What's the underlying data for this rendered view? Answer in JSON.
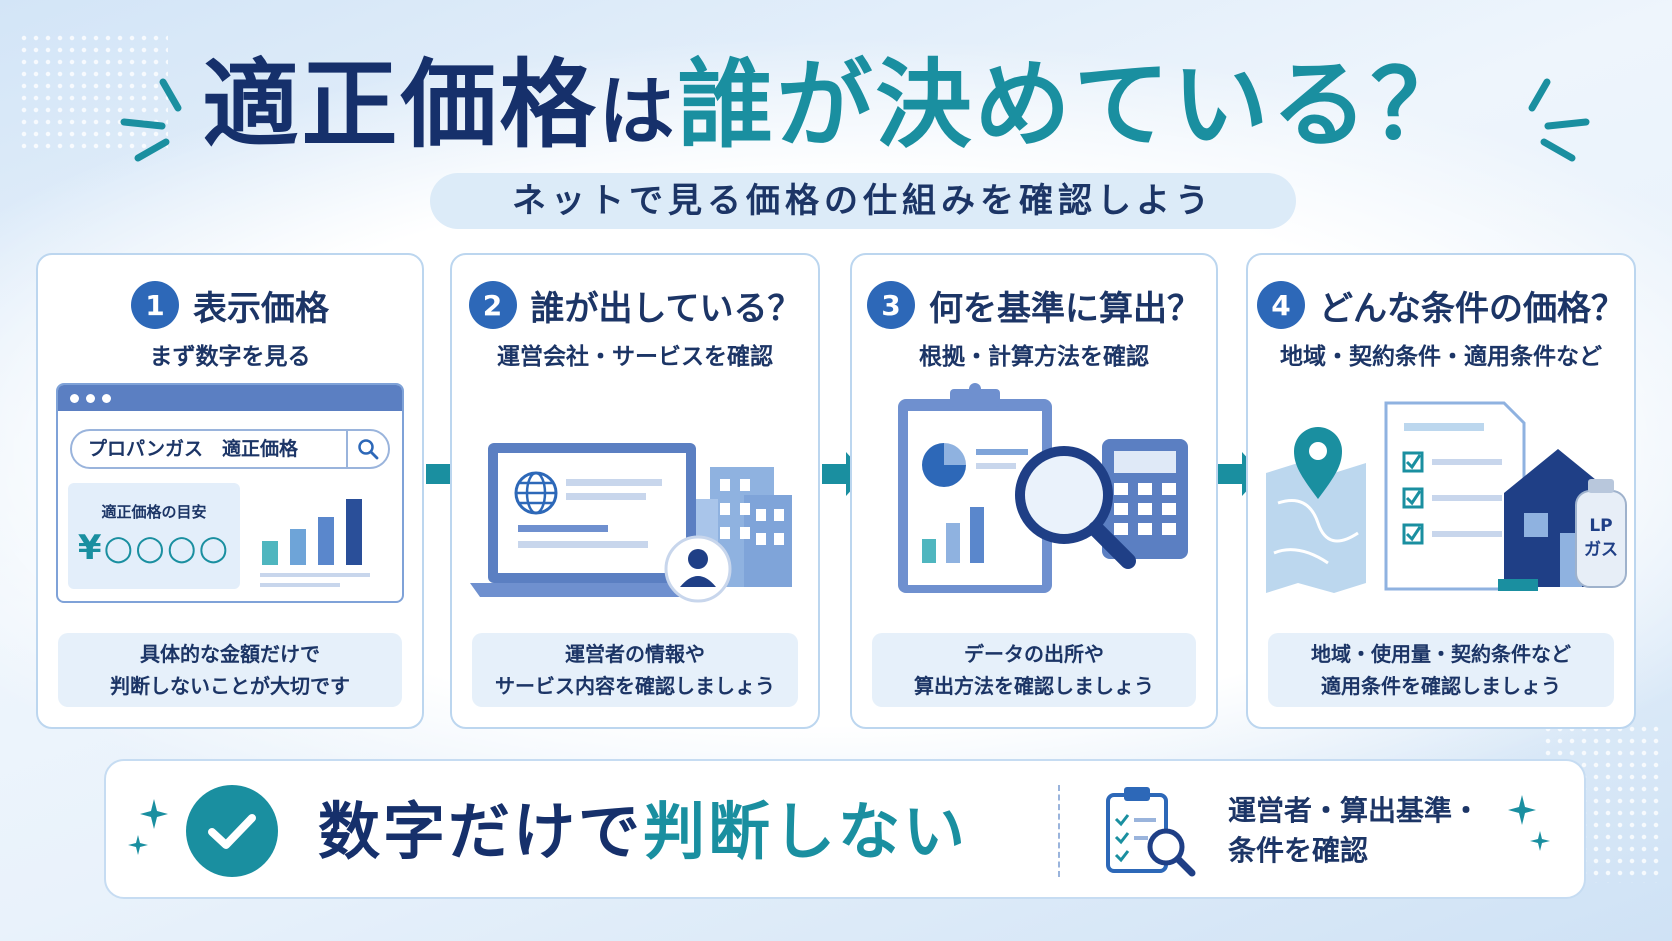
{
  "title": {
    "part1": "適正価格",
    "part2": "は",
    "part3": "誰が決めている？"
  },
  "subtitle": "ネットで見る価格の仕組みを確認しよう",
  "steps": [
    {
      "number": "1",
      "title": "表示価格",
      "subtitle": "まず数字を見る",
      "note": [
        "具体的な金額だけで",
        "判断しないことが大切です"
      ],
      "search_text": "プロパンガス　適正価格",
      "guide_label": "適正価格の目安",
      "guide_price": "¥○○○○"
    },
    {
      "number": "2",
      "title": "誰が出している？",
      "subtitle": "運営会社・サービスを確認",
      "note": [
        "運営者の情報や",
        "サービス内容を確認しましょう"
      ]
    },
    {
      "number": "3",
      "title": "何を基準に算出？",
      "subtitle": "根拠・計算方法を確認",
      "note": [
        "データの出所や",
        "算出方法を確認しましょう"
      ]
    },
    {
      "number": "4",
      "title": "どんな条件の価格？",
      "subtitle": "地域・契約条件・適用条件など",
      "note": [
        "地域・使用量・契約条件など",
        "適用条件を確認しましょう"
      ],
      "tank_label": [
        "LP",
        "ガス"
      ]
    }
  ],
  "banner": {
    "part1": "数字だけで",
    "part2": "判断しない",
    "right_line1": "運営者・算出基準・",
    "right_line2": "条件を確認"
  },
  "colors": {
    "navy": "#16306b",
    "teal": "#1a8fa0",
    "blue": "#2d68b8",
    "light": "#e6f0fa"
  },
  "icons": [
    "globe-icon",
    "user-icon",
    "magnifier-icon",
    "calculator-icon",
    "map-pin-icon",
    "house-icon",
    "checklist-icon",
    "check-icon",
    "sparkle-icon",
    "arrow-right-icon"
  ]
}
